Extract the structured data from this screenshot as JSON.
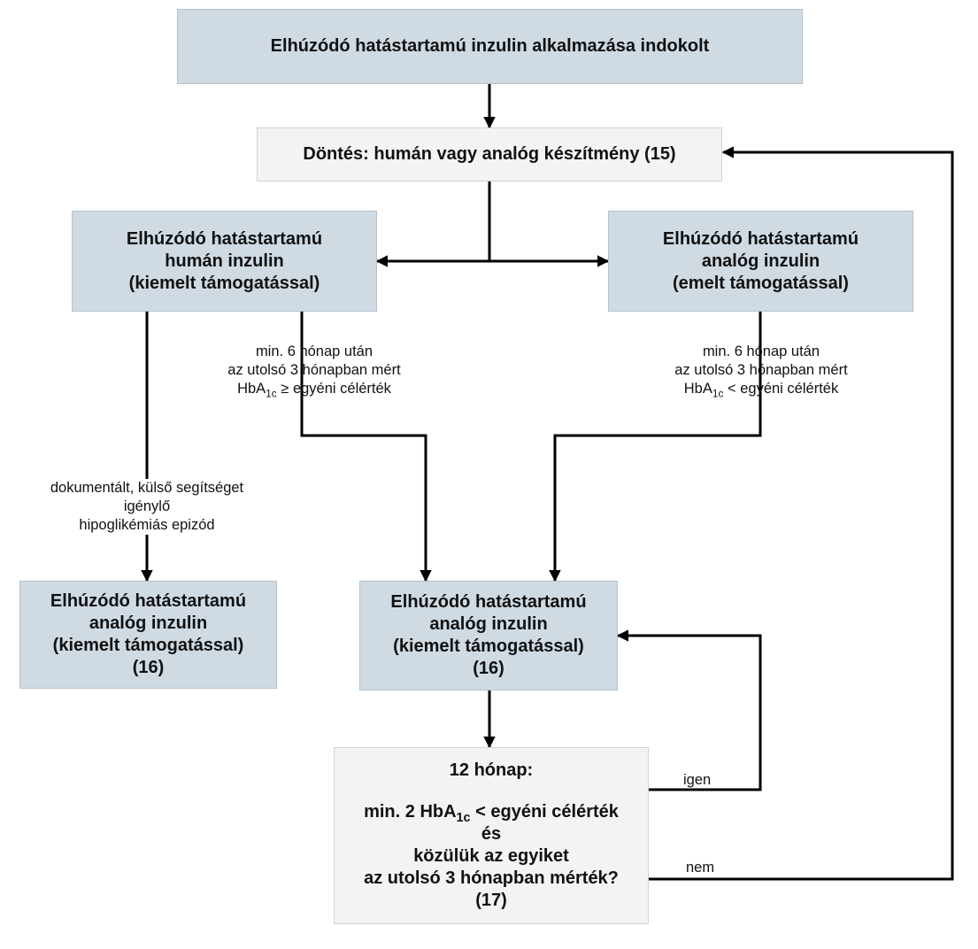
{
  "boxes": {
    "top": {
      "line1": "Elhúzódó hatástartamú inzulin alkalmazása indokolt"
    },
    "decision": {
      "line1": "Döntés: humán vagy analóg készítmény (15)"
    },
    "human": {
      "line1": "Elhúzódó hatástartamú",
      "line2": "humán inzulin",
      "line3": "(kiemelt támogatással)"
    },
    "analog_emelt": {
      "line1": "Elhúzódó hatástartamú",
      "line2": "analóg inzulin",
      "line3": "(emelt támogatással)"
    },
    "analog_left": {
      "line1": "Elhúzódó hatástartamú",
      "line2": "analóg inzulin",
      "line3": "(kiemelt támogatással)",
      "line4": "(16)"
    },
    "analog_center": {
      "line1": "Elhúzódó hatástartamú",
      "line2": "analóg inzulin",
      "line3": "(kiemelt támogatással)",
      "line4": "(16)"
    },
    "check": {
      "line1": "12 hónap:",
      "line2_pre": "min. 2 HbA",
      "line2_sub": "1c",
      "line2_post": " < egyéni célérték",
      "line3": "és",
      "line4": "közülük az egyiket",
      "line5": "az utolsó 3 hónapban mérték?",
      "line6": "(17)"
    }
  },
  "labels": {
    "left_condition": {
      "line1": "min. 6 hónap után",
      "line2": "az utolsó 3 hónapban mért",
      "line3_pre": "HbA",
      "line3_sub": "1c",
      "line3_post": " ≥ egyéni célérték"
    },
    "right_condition": {
      "line1": "min. 6 hónap után",
      "line2": "az utolsó 3 hónapban mért",
      "line3_pre": "HbA",
      "line3_sub": "1c",
      "line3_post": " < egyéni célérték"
    },
    "hypo": {
      "line1": "dokumentált, külső segítséget",
      "line2": "igénylő",
      "line3": "hipoglikémiás epizód"
    },
    "yes": "igen",
    "no": "nem"
  },
  "colors": {
    "box_blue": "#cfdae3",
    "box_gray": "#f3f3f3",
    "arrow": "#000000"
  }
}
